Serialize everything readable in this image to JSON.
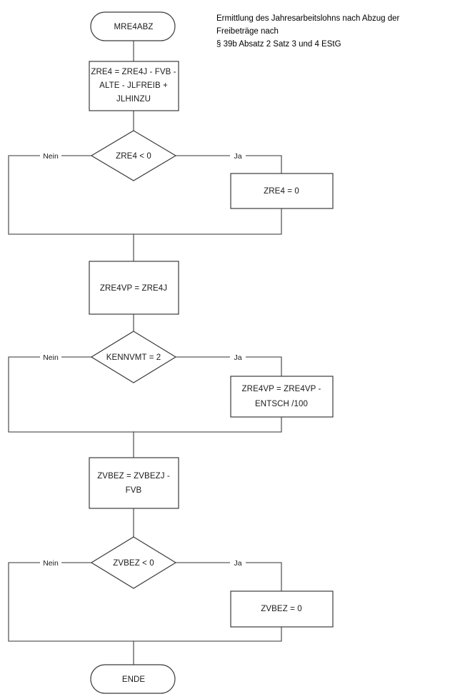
{
  "diagram": {
    "title": "MRE4ABZ Flowchart",
    "language": "de",
    "stroke_color": "#3b3b3b",
    "connector_color": "#5a5a5a",
    "background_color": "#ffffff"
  },
  "annotation": {
    "lines": [
      "Ermittlung des Jahresarbeitslohns nach Abzug der",
      "Freibeträge nach",
      "§ 39b Absatz 2 Satz 3 und 4 EStG"
    ]
  },
  "nodes": {
    "start": {
      "label": "MRE4ABZ",
      "type": "terminator"
    },
    "process_zre4": {
      "line1": "ZRE4 = ZRE4J - FVB -",
      "line2": "ALTE - JLFREIB  +",
      "line3": "JLHINZU",
      "type": "process"
    },
    "decision_zre4_lt0": {
      "label": "ZRE4 < 0",
      "type": "decision"
    },
    "process_zre4_zero": {
      "label": "ZRE4 = 0",
      "type": "process"
    },
    "process_zre4vp": {
      "label": "ZRE4VP = ZRE4J",
      "type": "process"
    },
    "decision_kennvmt": {
      "label": "KENNVMT = 2",
      "type": "decision"
    },
    "process_zre4vp_entsch": {
      "line1": "ZRE4VP = ZRE4VP -",
      "line2": "ENTSCH /100",
      "type": "process"
    },
    "process_zvbez": {
      "line1": "ZVBEZ = ZVBEZJ -",
      "line2": "FVB",
      "type": "process"
    },
    "decision_zvbez_lt0": {
      "label": "ZVBEZ < 0",
      "type": "decision"
    },
    "process_zvbez_zero": {
      "label": "ZVBEZ = 0",
      "type": "process"
    },
    "end": {
      "label": "ENDE",
      "type": "terminator"
    }
  },
  "edges": {
    "zre4_no": "Nein",
    "zre4_yes": "Ja",
    "kennvmt_no": "Nein",
    "kennvmt_yes": "Ja",
    "zvbez_no": "Nein",
    "zvbez_yes": "Ja"
  }
}
